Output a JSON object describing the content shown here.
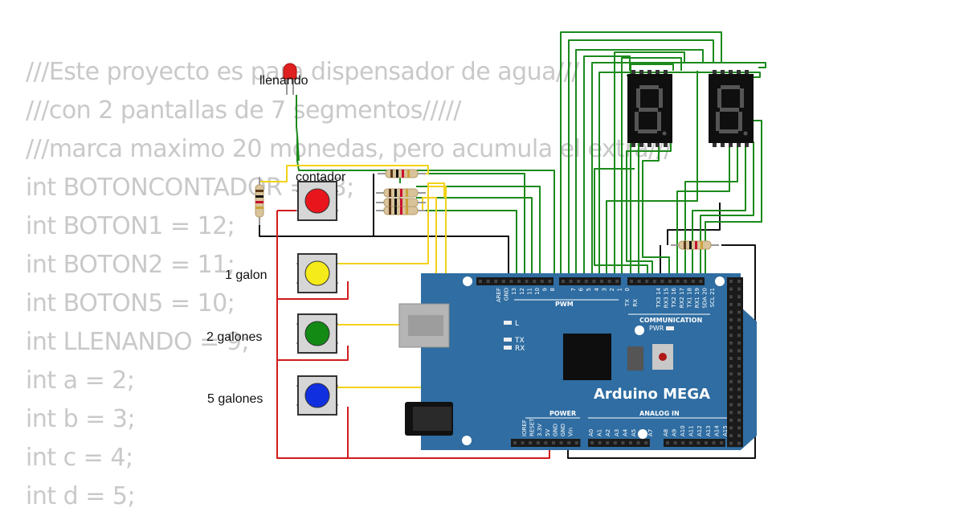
{
  "code_lines": [
    "///Este proyecto es para dispensador de agua///",
    "///con 2 pantallas de 7 segmentos/////",
    "///marca maximo 20 monedas, pero acumula el extra///",
    "int BOTONCONTADOR = 13;",
    "int BOTON1 = 12;",
    "int BOTON2 = 11;",
    "int BOTON5 = 10;",
    "int LLENANDO = 9;",
    "int a = 2;",
    "int b = 3;",
    "int c = 4;",
    "int d = 5;"
  ],
  "labels": {
    "led": "llenando",
    "contador": "contador",
    "btn1": "1 galon",
    "btn2": "2 galones",
    "btn5": "5 galones"
  },
  "board": {
    "name": "Arduino MEGA",
    "pwm": "PWM",
    "communication": "COMMUNICATION",
    "power": "POWER",
    "analog_in": "ANALOG IN",
    "pwr_led": "PWR",
    "l_led": "L",
    "tx_led": "TX",
    "rx_led": "RX",
    "top_pins_left": [
      "AREF",
      "GND",
      "13",
      "12",
      "11",
      "10",
      "9",
      "8"
    ],
    "top_pins_mid": [
      "7",
      "6",
      "5",
      "4",
      "3",
      "2",
      "1",
      "0"
    ],
    "top_pins_comm": [
      "TX3 14",
      "RX3 15",
      "TX2 16",
      "RX2 17",
      "TX1 18",
      "RX1 19",
      "SDA 20",
      "SCL 21"
    ],
    "tx_rx": [
      "TX",
      "RX"
    ],
    "power_pins": [
      "IOREF",
      "RESET",
      "3.3V",
      "5V",
      "GND",
      "GND",
      "Vin"
    ],
    "analog_pins": [
      "A0",
      "A1",
      "A2",
      "A3",
      "A4",
      "A5",
      "A6",
      "A7",
      "A8",
      "A9",
      "A10",
      "A11",
      "A12",
      "A13",
      "A14",
      "A15"
    ]
  },
  "colors": {
    "board": "#2f6da2",
    "wire_green": "#1c8a1c",
    "wire_yellow": "#f2d21a",
    "wire_red": "#d11c1c",
    "wire_black": "#111111",
    "btn_red": "#e8161c",
    "btn_yellow": "#f5ea1a",
    "btn_green": "#128a14",
    "btn_blue": "#1030e0",
    "code_text": "#c9c9c9"
  }
}
